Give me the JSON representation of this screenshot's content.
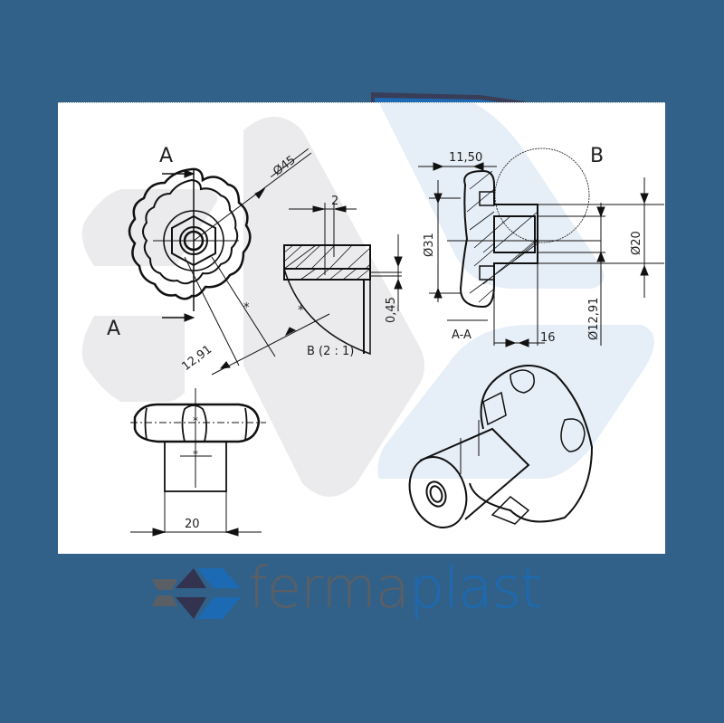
{
  "colors": {
    "background": "#316189",
    "panel": "#ffffff",
    "ink": "#111111",
    "watermark_grey": "#ebebed",
    "watermark_blue": "#e6eef7",
    "logo_grey": "#5a5f66",
    "logo_navy": "#33334f",
    "logo_blue": "#1c6ab3"
  },
  "drawing": {
    "front_view": {
      "section_label_top": "A",
      "section_label_bottom": "A",
      "dim_diameter": "Ø45",
      "dim_offset": "12,91"
    },
    "detail_view": {
      "dim_width": "2",
      "dim_depth": "0,45",
      "caption": "B (2 : 1)"
    },
    "section_view": {
      "detail_label": "B",
      "dim_thickness": "11,50",
      "dim_outer_diameter": "Ø31",
      "dim_hub_diameter": "Ø20",
      "dim_bore_diameter": "Ø12,91",
      "dim_hub_length": "16",
      "caption": "A-A"
    },
    "side_view": {
      "dim_hub_width": "20"
    },
    "isometric_view": {
      "caption": ""
    }
  },
  "logo": {
    "part1": "ferma",
    "part2": "plast"
  }
}
